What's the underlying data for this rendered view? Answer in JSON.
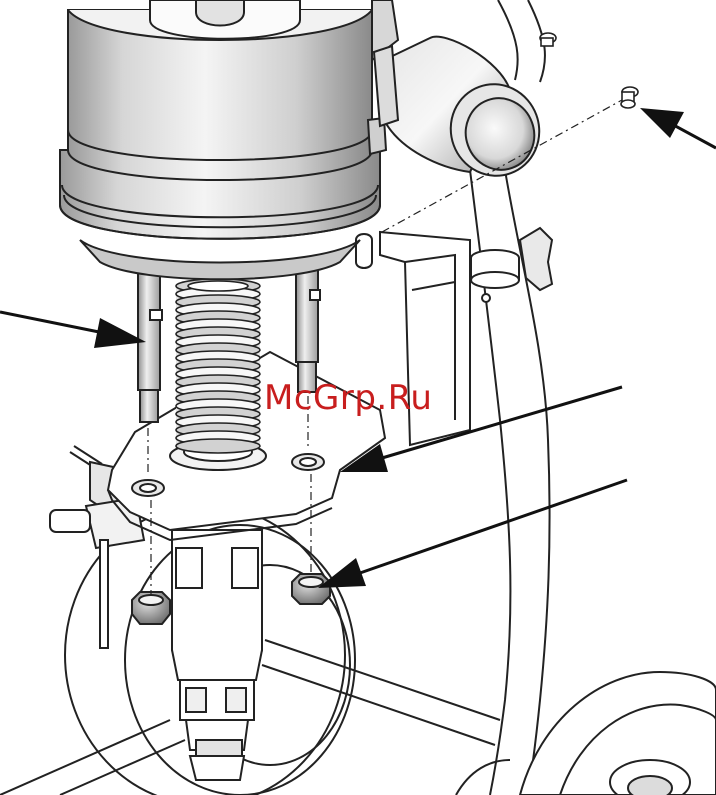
{
  "watermark": {
    "text": "McGrp.Ru",
    "color": "#c81e1e"
  },
  "colors": {
    "ink": "#111111",
    "line": "#222222",
    "shade_dark": "#8e8e8e",
    "shade_mid": "#c4c4c4",
    "shade_light": "#ececec",
    "background": "#ffffff"
  },
  "callouts": [
    "arrow-screw",
    "arrow-tie-rod",
    "arrow-plate",
    "arrow-nut"
  ]
}
